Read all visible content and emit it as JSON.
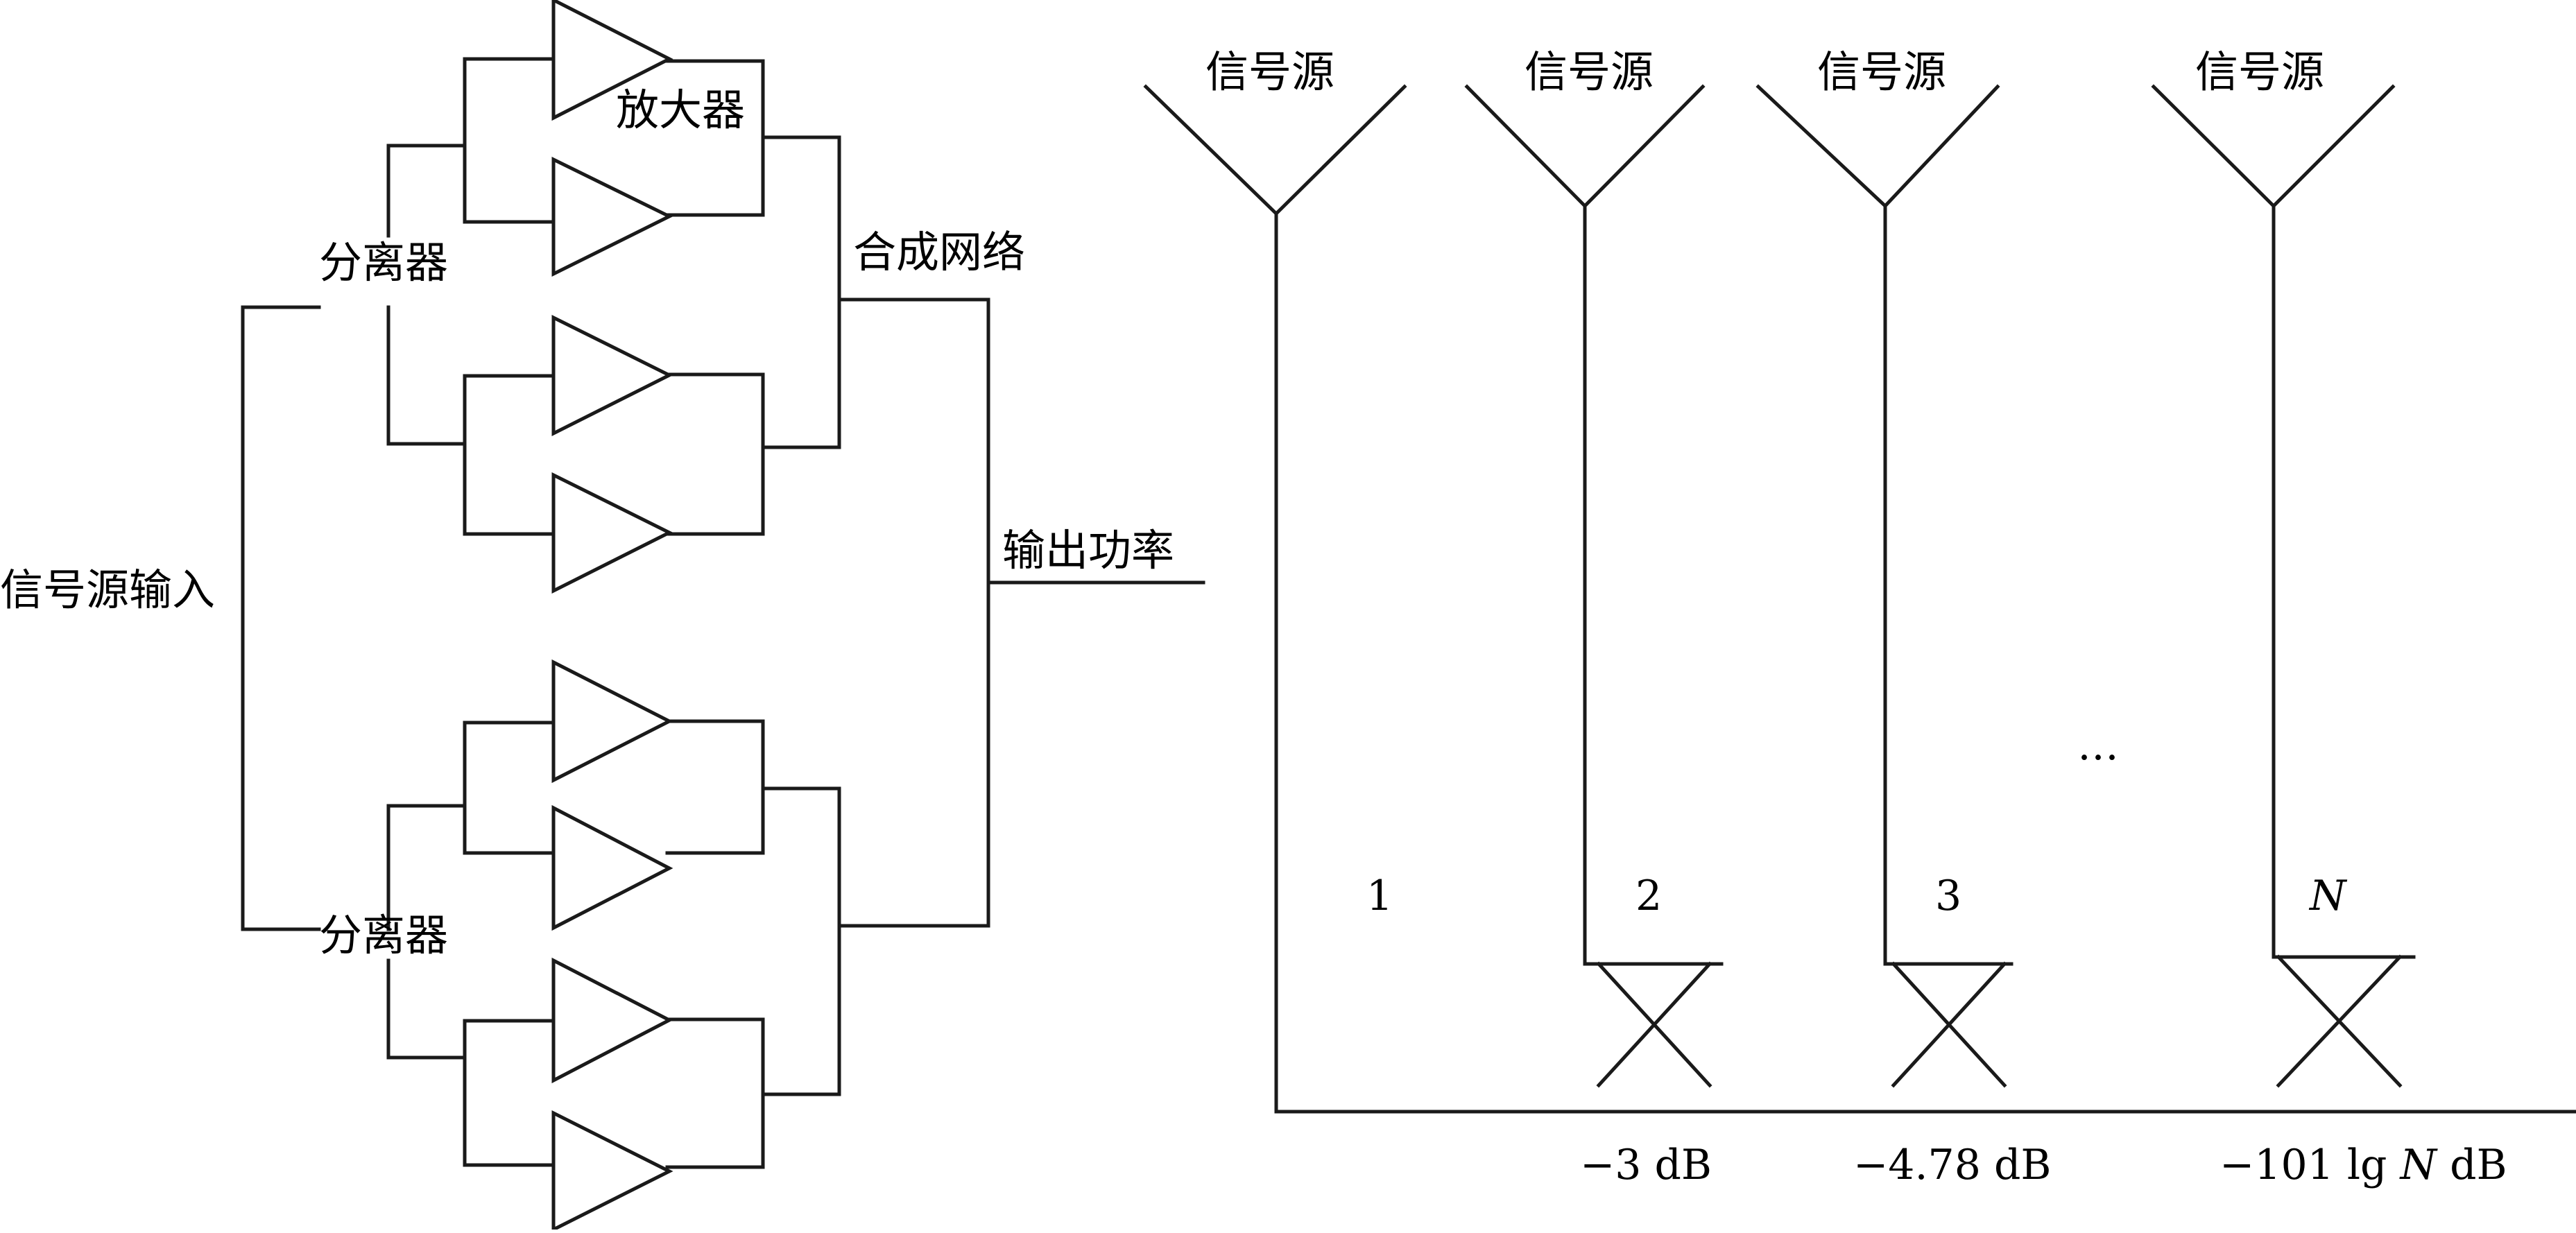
{
  "combiner_diagram": {
    "input_label": "信号源输入",
    "splitter_top_label": "分离器",
    "splitter_bottom_label": "分离器",
    "amplifier_label": "放大器",
    "combiner_label": "合成网络",
    "output_label": "输出功率"
  },
  "antenna_diagram": {
    "sources": [
      {
        "label": "信号源",
        "index": "1",
        "loss": ""
      },
      {
        "label": "信号源",
        "index": "2",
        "loss": "−3 dB"
      },
      {
        "label": "信号源",
        "index": "3",
        "loss": "−4.78 dB"
      },
      {
        "label": "信号源",
        "index": "N",
        "loss": ""
      }
    ],
    "ellipsis": "…",
    "loss_n_parts": [
      "−101 lg ",
      "N",
      " dB"
    ]
  }
}
